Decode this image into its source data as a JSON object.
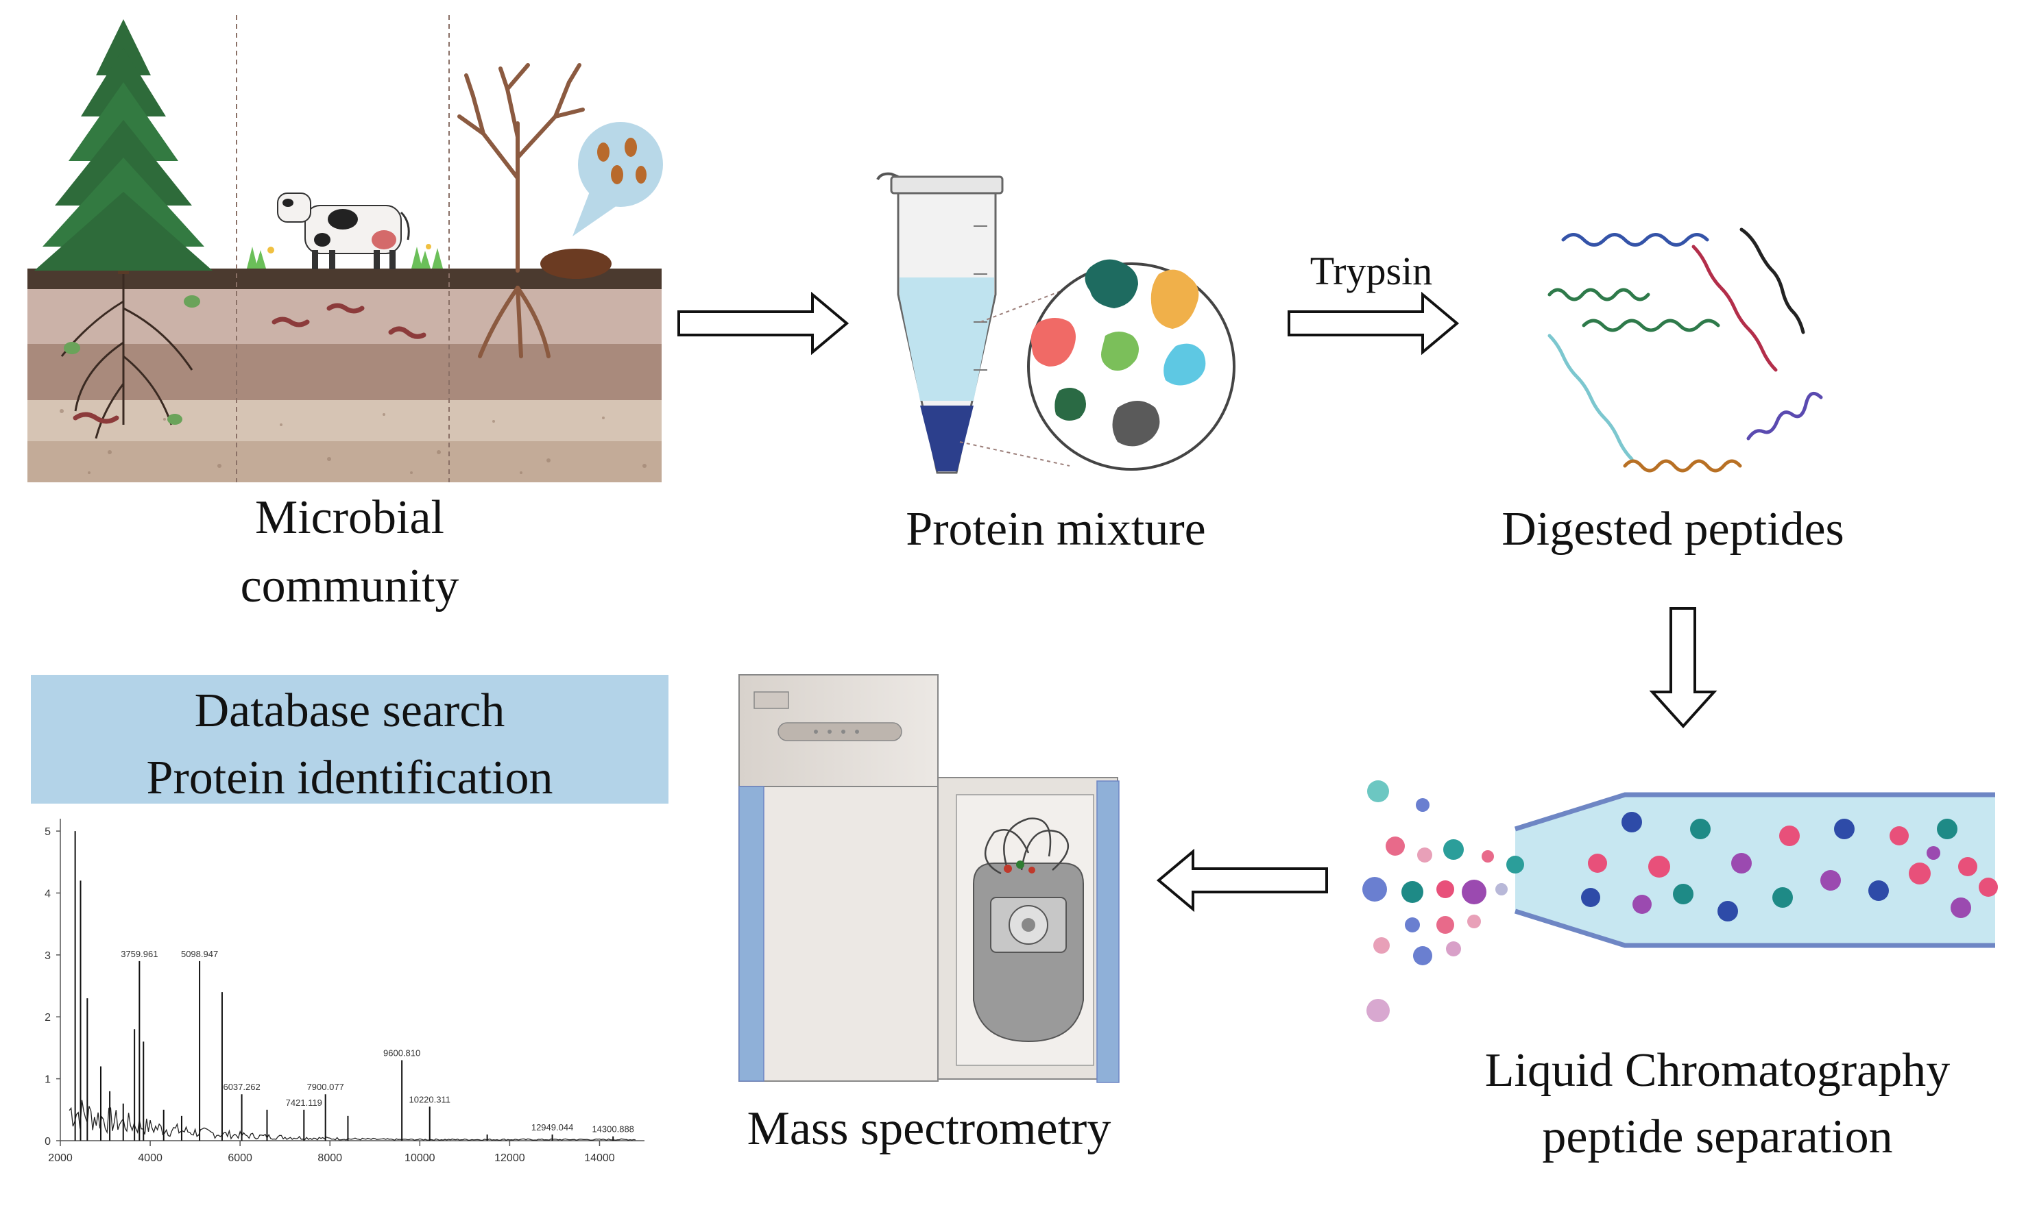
{
  "labels": {
    "microbial_line1": "Microbial",
    "microbial_line2": "community",
    "protein_mixture": "Protein  mixture",
    "trypsin": "Trypsin",
    "digested_peptides": "Digested  peptides",
    "lc_line1": "Liquid  Chromatography",
    "lc_line2": "peptide separation",
    "mass_spec": "Mass spectrometry",
    "db_line1": "Database search",
    "db_line2": "Protein identification"
  },
  "colors": {
    "banner": "#b3d3e8",
    "tube_liquid": "#bfe3ef",
    "pellet": "#2c3f8c",
    "lc_column": "#c7e7f1",
    "instrument_blue": "#8fb0d8"
  },
  "chart_data": {
    "type": "line",
    "xlim": [
      2000,
      15000
    ],
    "ylim": [
      0,
      5.2
    ],
    "x_ticks": [
      "2000",
      "4000",
      "6000",
      "8000",
      "10000",
      "12000",
      "14000"
    ],
    "y_ticks": [
      "0",
      "1",
      "2",
      "3",
      "4",
      "5"
    ],
    "peaks": [
      {
        "mz": 2330,
        "y": 5.0
      },
      {
        "mz": 2450,
        "y": 4.2
      },
      {
        "mz": 2600,
        "y": 2.3
      },
      {
        "mz": 2900,
        "y": 1.2
      },
      {
        "mz": 3100,
        "y": 0.8
      },
      {
        "mz": 3400,
        "y": 0.6
      },
      {
        "mz": 3650,
        "y": 1.8
      },
      {
        "mz": 3759.961,
        "y": 2.9
      },
      {
        "mz": 3850,
        "y": 1.6
      },
      {
        "mz": 4300,
        "y": 0.5
      },
      {
        "mz": 4700,
        "y": 0.4
      },
      {
        "mz": 5098.947,
        "y": 2.9
      },
      {
        "mz": 5600,
        "y": 2.4
      },
      {
        "mz": 6037.262,
        "y": 0.75
      },
      {
        "mz": 6600,
        "y": 0.5
      },
      {
        "mz": 7421.119,
        "y": 0.5
      },
      {
        "mz": 7900.077,
        "y": 0.75
      },
      {
        "mz": 8400,
        "y": 0.4
      },
      {
        "mz": 9600.81,
        "y": 1.3
      },
      {
        "mz": 10220.311,
        "y": 0.55
      },
      {
        "mz": 11500,
        "y": 0.1
      },
      {
        "mz": 12949.044,
        "y": 0.1
      },
      {
        "mz": 14300.888,
        "y": 0.07
      }
    ],
    "peak_labels": [
      {
        "mz": 3759.961,
        "y": 2.9,
        "text": "3759.961"
      },
      {
        "mz": 5098.947,
        "y": 2.9,
        "text": "5098.947"
      },
      {
        "mz": 6037.262,
        "y": 0.75,
        "text": "6037.262"
      },
      {
        "mz": 7421.119,
        "y": 0.5,
        "text": "7421.119"
      },
      {
        "mz": 7900.077,
        "y": 0.75,
        "text": "7900.077"
      },
      {
        "mz": 9600.81,
        "y": 1.3,
        "text": "9600.810"
      },
      {
        "mz": 10220.311,
        "y": 0.55,
        "text": "10220.311"
      },
      {
        "mz": 12949.044,
        "y": 0.1,
        "text": "12949.044"
      },
      {
        "mz": 14300.888,
        "y": 0.07,
        "text": "14300.888"
      }
    ]
  }
}
